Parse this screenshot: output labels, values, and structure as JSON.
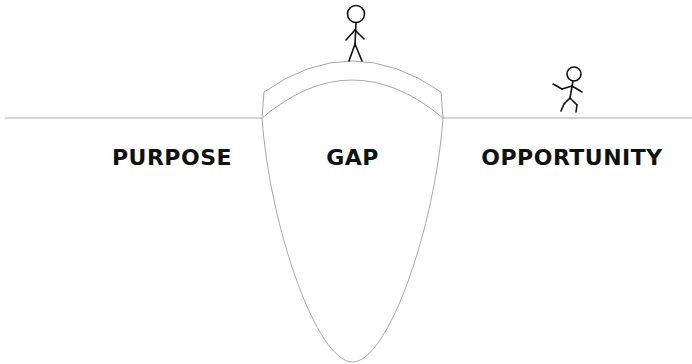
{
  "diagram": {
    "nodes": [
      {
        "text": [
          "GAP"
        ]
      }
    ],
    "labels": [
      "PURPOSE",
      "OPPORTUNITY"
    ]
  }
}
